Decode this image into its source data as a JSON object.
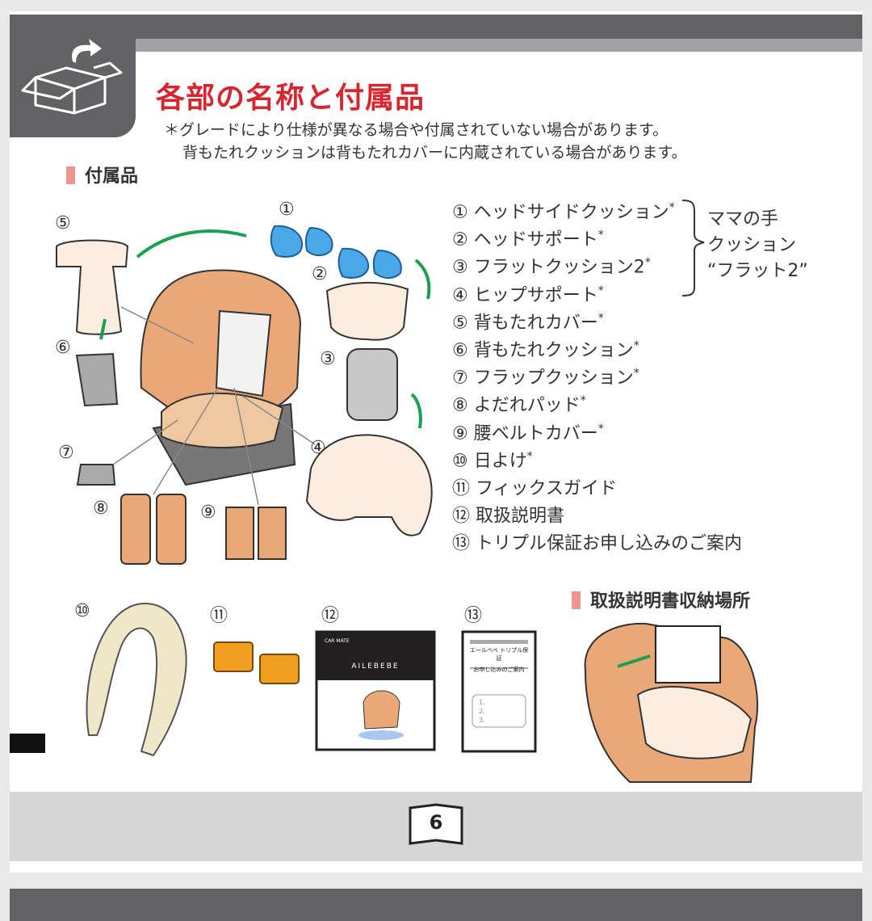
{
  "header": {
    "title": "各部の名称と付属品",
    "notes": [
      "＊グレードにより仕様が異なる場合や付属されていない場合があります。",
      "背もたれクッションは背もたれカバーに内蔵されている場合があります。"
    ]
  },
  "section_accessories": {
    "heading": "付属品"
  },
  "parts": [
    {
      "label": "① ヘッドサイドクッション",
      "mark": "*"
    },
    {
      "label": "② ヘッドサポート",
      "mark": "*"
    },
    {
      "label": "③ フラットクッション2",
      "mark": "*"
    },
    {
      "label": "④ ヒップサポート",
      "mark": "*"
    },
    {
      "label": "⑤ 背もたれカバー",
      "mark": "*"
    },
    {
      "label": "⑥ 背もたれクッション",
      "mark": "*"
    },
    {
      "label": "⑦ フラップクッション",
      "mark": "*"
    },
    {
      "label": "⑧ よだれパッド",
      "mark": "*"
    },
    {
      "label": "⑨ 腰ベルトカバー",
      "mark": "*"
    },
    {
      "label": "⑩ 日よけ",
      "mark": "*"
    },
    {
      "label": "⑪ フィックスガイド",
      "mark": ""
    },
    {
      "label": "⑫ 取扱説明書",
      "mark": ""
    },
    {
      "label": "⑬ トリプル保証お申し込みのご案内",
      "mark": ""
    }
  ],
  "group_label": [
    "ママの手",
    "クッション",
    "“フラット2”"
  ],
  "numbers": [
    "①",
    "②",
    "③",
    "④",
    "⑤",
    "⑥",
    "⑦",
    "⑧",
    "⑨",
    "⑩",
    "⑪",
    "⑫",
    "⑬"
  ],
  "section_storage": {
    "heading": "取扱説明書収納場所"
  },
  "manual_cover": {
    "maker": "CAR MATE",
    "brand": "AILEBEBE"
  },
  "guarantee_doc": {
    "title": [
      "エールベベ トリプル保証",
      "お申し込みのご案内"
    ],
    "lines": [
      "1.",
      "2.",
      "3."
    ]
  },
  "footer": {
    "page_number": "6"
  },
  "colors": {
    "title_red": "#d7262e",
    "header_gray": "#626264",
    "section_pink": "#f0948f",
    "seat_orange": "#e8a878",
    "arrow_green": "#1aa050",
    "cushion_blue": "#4aa8e8"
  }
}
